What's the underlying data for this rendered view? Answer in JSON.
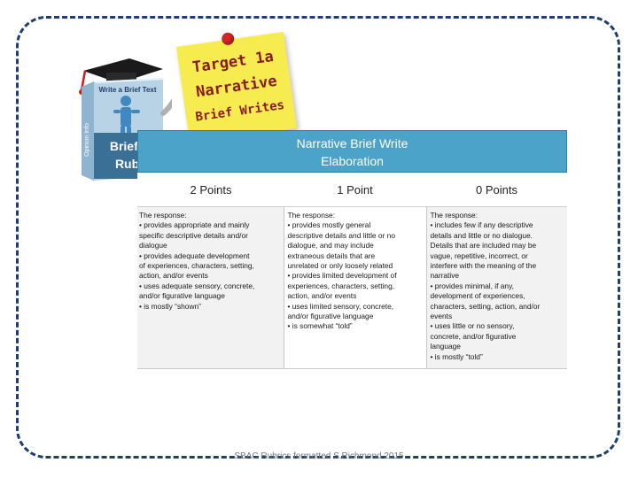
{
  "book": {
    "cover_title": "Write a Brief Text",
    "spine": "Opinion Info",
    "label_line1": "Brief-Text",
    "label_line2": "Rubrics"
  },
  "sticky_note": {
    "lines": [
      "Target 1a",
      "Narrative",
      "Brief Writes"
    ]
  },
  "title": {
    "line1": "Narrative Brief Write",
    "line2": "Elaboration"
  },
  "columns": [
    {
      "header": "2 Points",
      "lines": [
        "The response:",
        "• provides appropriate and mainly",
        "specific descriptive details and/or",
        "dialogue",
        "• provides adequate development",
        "of experiences, characters, setting,",
        "action, and/or events",
        "• uses adequate sensory, concrete,",
        "and/or figurative language",
        "• is mostly “shown”"
      ]
    },
    {
      "header": "1 Point",
      "lines": [
        "The response:",
        "• provides mostly general",
        "descriptive details and little or no",
        "dialogue, and may include",
        "extraneous details that are",
        "unrelated or only loosely related",
        "• provides limited development of",
        "experiences, characters, setting,",
        "action, and/or events",
        "• uses limited sensory, concrete,",
        "and/or figurative language",
        "• is somewhat “told”"
      ]
    },
    {
      "header": "0 Points",
      "lines": [
        "The response:",
        "• includes few if any descriptive",
        "details and little or no dialogue.",
        "Details that are included may be",
        "vague, repetitive, incorrect, or",
        "interfere with the meaning of the",
        "narrative",
        "• provides minimal, if any,",
        "development of experiences,",
        "characters, setting, action, and/or",
        "events",
        "• uses little or no sensory,",
        "concrete, and/or figurative",
        "language",
        "• is mostly “told”"
      ]
    }
  ],
  "footer": "SBAC Rubrics formatted S.Richmond 2015",
  "colors": {
    "frame": "#1f3e6e",
    "title_bar": "#4ba3c9",
    "sticky_note": "#f7ec4f",
    "book_cover": "#b9d3e6"
  }
}
